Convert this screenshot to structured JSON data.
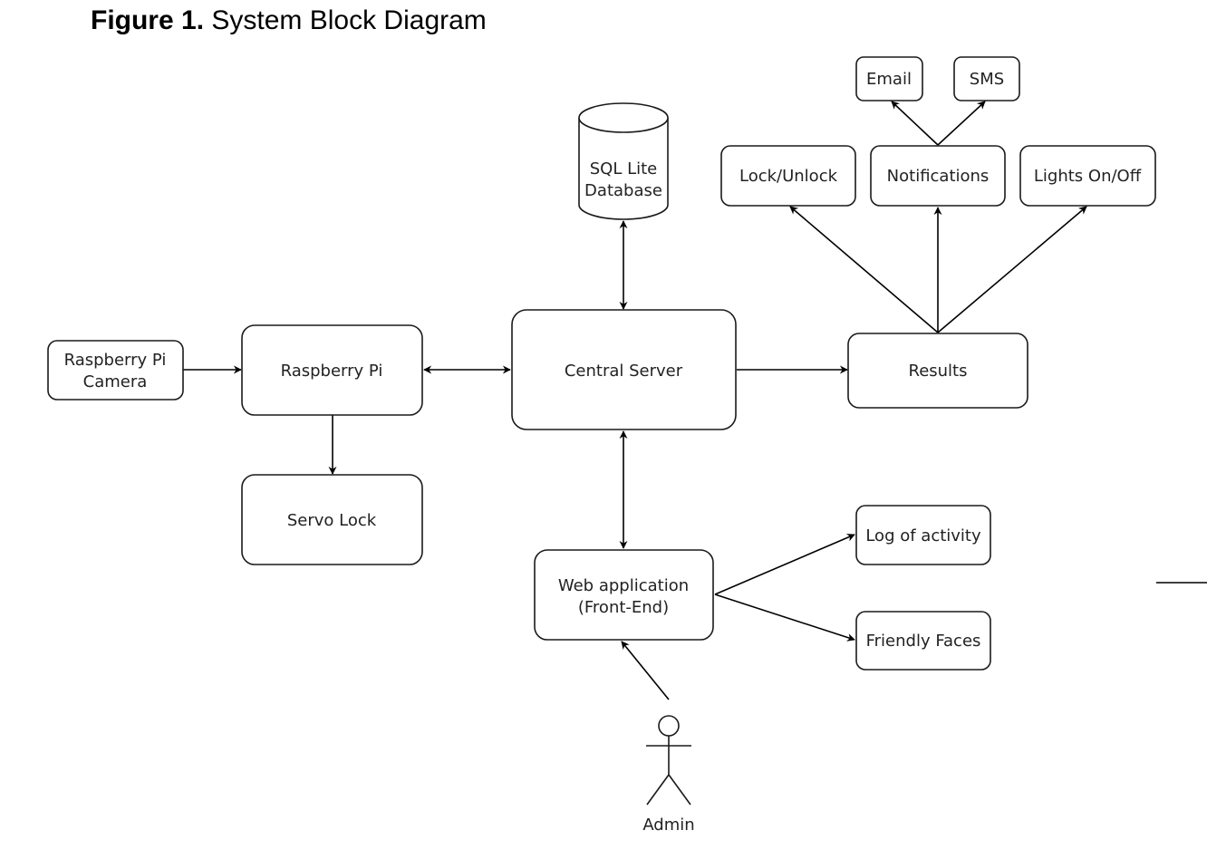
{
  "figure": {
    "label": "Figure 1.",
    "title": "System Block Diagram"
  },
  "nodes": {
    "camera": [
      "Raspberry Pi",
      "Camera"
    ],
    "pi": "Raspberry Pi",
    "servo": "Servo Lock",
    "server": "Central Server",
    "db": [
      "SQL Lite",
      "Database"
    ],
    "results": "Results",
    "lock_unlock": "Lock/Unlock",
    "notifications": "Notifications",
    "lights": "Lights On/Off",
    "email": "Email",
    "sms": "SMS",
    "webapp": [
      "Web application",
      "(Front-End)"
    ],
    "log": "Log of activity",
    "faces": "Friendly Faces",
    "admin": "Admin"
  },
  "edges": [
    {
      "from": "Raspberry Pi Camera",
      "to": "Raspberry Pi",
      "dir": "one-way"
    },
    {
      "from": "Raspberry Pi",
      "to": "Central Server",
      "dir": "two-way"
    },
    {
      "from": "Raspberry Pi",
      "to": "Servo Lock",
      "dir": "one-way"
    },
    {
      "from": "Central Server",
      "to": "SQL Lite Database",
      "dir": "two-way"
    },
    {
      "from": "Central Server",
      "to": "Results",
      "dir": "one-way"
    },
    {
      "from": "Central Server",
      "to": "Web application (Front-End)",
      "dir": "two-way"
    },
    {
      "from": "Results",
      "to": "Lock/Unlock",
      "dir": "one-way"
    },
    {
      "from": "Results",
      "to": "Notifications",
      "dir": "one-way"
    },
    {
      "from": "Results",
      "to": "Lights On/Off",
      "dir": "one-way"
    },
    {
      "from": "Notifications",
      "to": "Email",
      "dir": "one-way"
    },
    {
      "from": "Notifications",
      "to": "SMS",
      "dir": "one-way"
    },
    {
      "from": "Web application (Front-End)",
      "to": "Log of activity",
      "dir": "one-way"
    },
    {
      "from": "Web application (Front-End)",
      "to": "Friendly Faces",
      "dir": "one-way"
    },
    {
      "from": "Admin",
      "to": "Web application (Front-End)",
      "dir": "one-way"
    }
  ]
}
